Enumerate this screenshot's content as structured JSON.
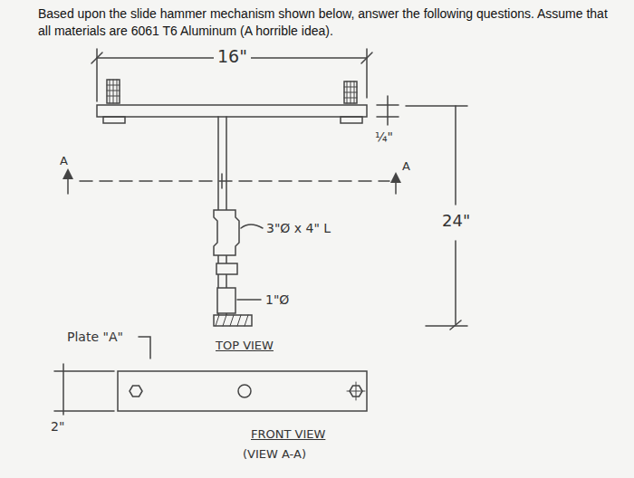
{
  "diagram": {
    "title": "Based upon the slide hammer mechanism shown below, answer the following questions. Assume that all materials are 6061 T6 Aluminum (A horrible idea).",
    "labels": [
      "16\"",
      "¼\"",
      "A",
      "A",
      "3\"Ø x 4\" L",
      "24\"",
      "1\"Ø",
      "Plate \"A\"",
      "TOP VIEW",
      "2\"",
      "FRONT VIEW",
      "(VIEW A-A)"
    ]
  }
}
